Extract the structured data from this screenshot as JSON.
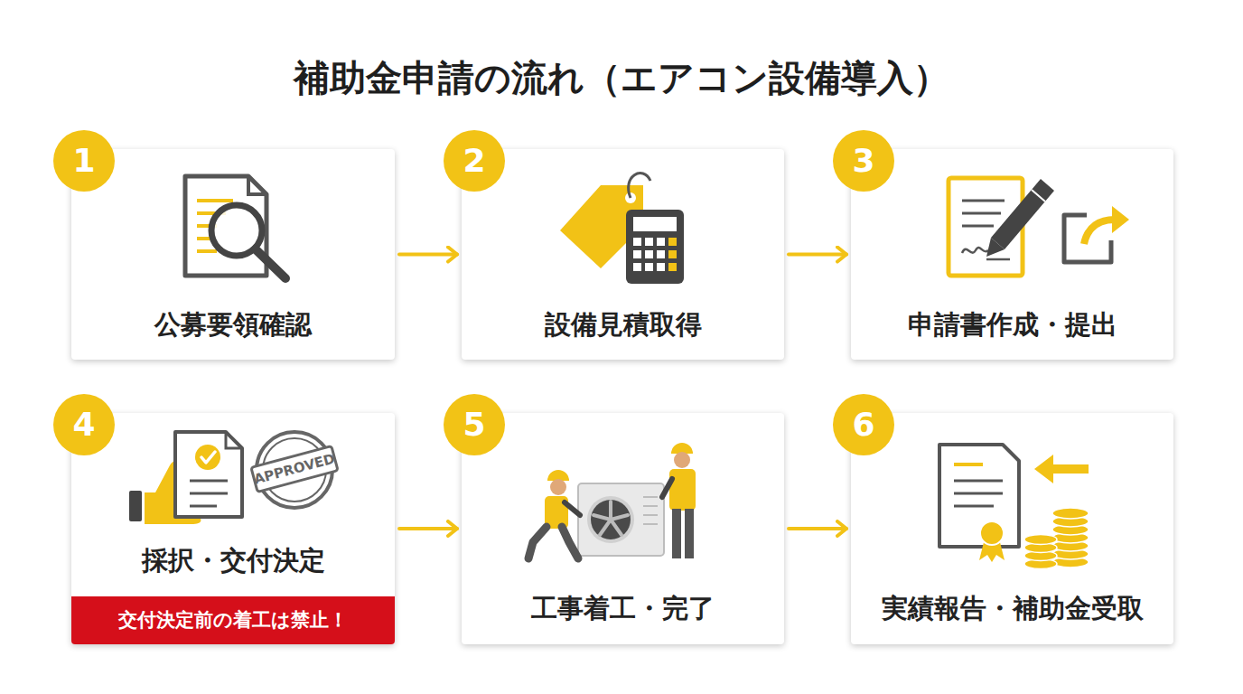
{
  "diagram": {
    "title": "補助金申請の流れ（エアコン設備導入）",
    "nodes": [
      {
        "text": [
          "1",
          "公募要領確認"
        ]
      },
      {
        "text": [
          "2",
          "設備見積取得"
        ]
      },
      {
        "text": [
          "3",
          "申請書作成・提出"
        ]
      },
      {
        "text": [
          "4",
          "採択・交付決定",
          "交付決定前の着工は禁止！"
        ]
      },
      {
        "text": [
          "5",
          "工事着工・完了"
        ]
      },
      {
        "text": [
          "6",
          "実績報告・補助金受取"
        ]
      }
    ],
    "edges": [
      {
        "from": 0,
        "to": 1,
        "arrow": "to"
      },
      {
        "from": 1,
        "to": 2,
        "arrow": "to"
      },
      {
        "from": 3,
        "to": 4,
        "arrow": "to"
      },
      {
        "from": 4,
        "to": 5,
        "arrow": "to"
      }
    ],
    "labels": [
      "APPROVED"
    ]
  }
}
